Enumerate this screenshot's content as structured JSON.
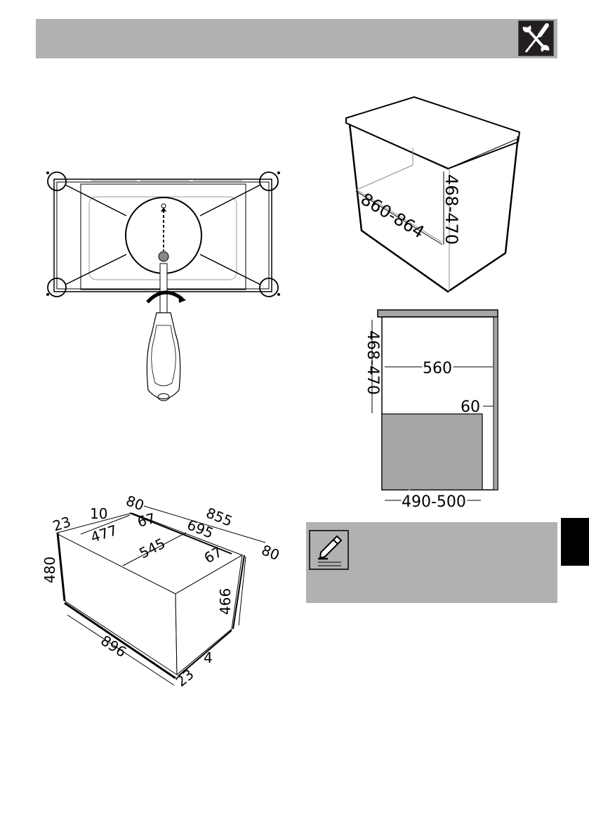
{
  "header": {
    "bar_color": "#b1b1b1",
    "icon": "tools-wrench-screwdriver-icon"
  },
  "figures": {
    "oven_front_screws": {
      "icon": "screwdriver-icon",
      "description": "Front view of oven with four corner fixing screws and magnified screw detail"
    },
    "cabinet_opening": {
      "width_label": "860-864",
      "height_label": "468-470"
    },
    "cabinet_section": {
      "height_label": "468-470",
      "depth_label": "560",
      "gap_label": "60",
      "base_label": "490-500"
    },
    "appliance_dimensions": {
      "labels": {
        "d23_top": "23",
        "d10": "10",
        "d477": "477",
        "d80_top": "80",
        "d67_left": "67",
        "d855": "855",
        "d695": "695",
        "d545": "545",
        "d67_right": "67",
        "d80_right": "80",
        "d480": "480",
        "d466": "466",
        "d896": "896",
        "d4": "4",
        "d23_bottom": "23"
      }
    }
  },
  "note": {
    "icon": "pencil-note-icon",
    "text": ""
  },
  "side_tab": {
    "color": "#000000"
  }
}
